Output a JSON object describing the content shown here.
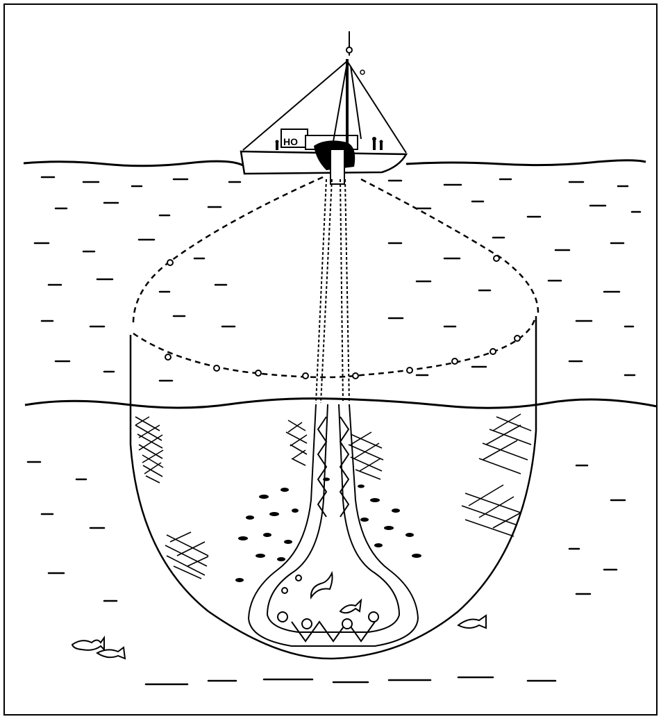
{
  "figure": {
    "subject": "purse-seine-fishing-illustration",
    "colors": {
      "ink": "#000000",
      "paper": "#ffffff"
    },
    "fish_count_outside_net": 3,
    "fish_count_inside_net": 2
  },
  "boat": {
    "hull_marking": "HO"
  }
}
